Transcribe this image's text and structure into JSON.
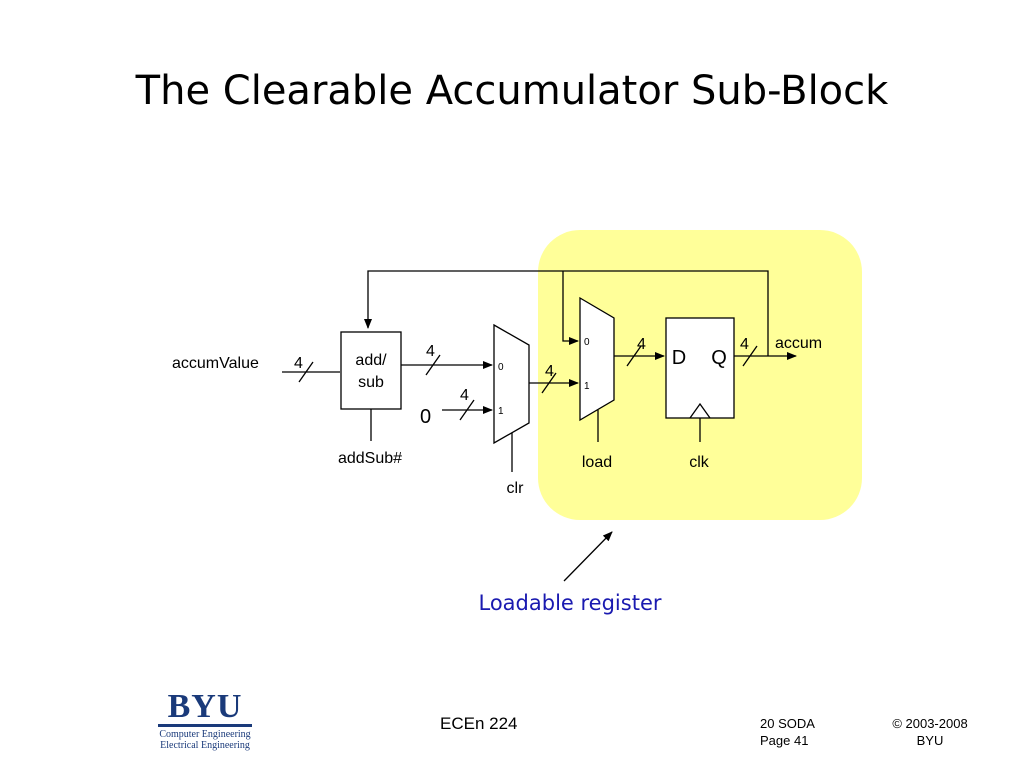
{
  "slide": {
    "title": "The Clearable Accumulator Sub-Block"
  },
  "diagram": {
    "highlight_color": "#ffff99",
    "inputs": {
      "accum_value": "accumValue",
      "add_sub_sel": "addSub#",
      "constant_zero": "0",
      "clr": "clr",
      "load": "load",
      "clk": "clk"
    },
    "output": "accum",
    "bus_widths": {
      "accum_value": "4",
      "adder_out": "4",
      "zero_in": "4",
      "clr_mux_out": "4",
      "load_mux_out": "4",
      "register_out": "4"
    },
    "adder": {
      "line1": "add/",
      "line2": "sub"
    },
    "clr_mux": {
      "port0": "0",
      "port1": "1"
    },
    "load_mux": {
      "port0": "0",
      "port1": "1"
    },
    "register": {
      "d": "D",
      "q": "Q"
    },
    "annotation": "Loadable register",
    "annotation_color": "#1a1ab0"
  },
  "footer": {
    "logo": {
      "wordmark": "BYU",
      "line1": "Computer Engineering",
      "line2": "Electrical Engineering"
    },
    "course": "ECEn 224",
    "lecture": "20 SODA",
    "page": "Page 41",
    "copyright": "© 2003-2008",
    "org": "BYU"
  }
}
